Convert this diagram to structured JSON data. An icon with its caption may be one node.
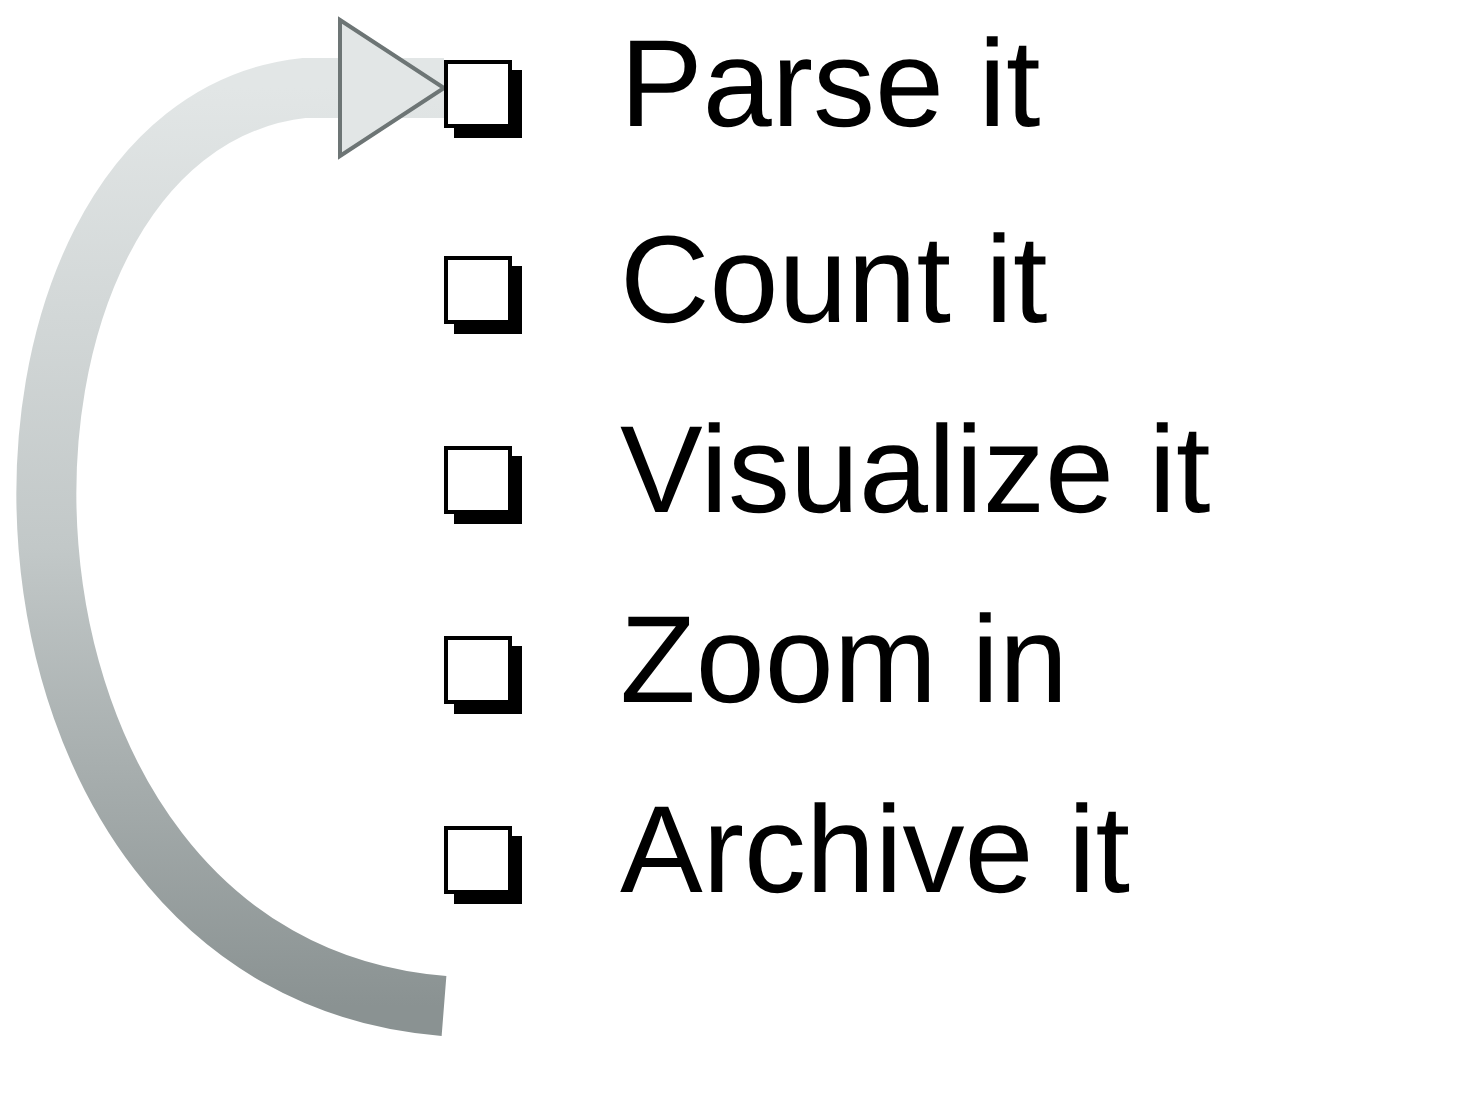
{
  "diagram": {
    "nodes": [
      {
        "text": [
          "Parse it"
        ]
      },
      {
        "text": [
          "Count it"
        ]
      },
      {
        "text": [
          "Visualize it"
        ]
      },
      {
        "text": [
          "Zoom in"
        ]
      },
      {
        "text": [
          "Archive it"
        ]
      }
    ],
    "edges": [
      {
        "from": 4,
        "to": 0,
        "arrow": "to",
        "style": "thick"
      }
    ]
  }
}
